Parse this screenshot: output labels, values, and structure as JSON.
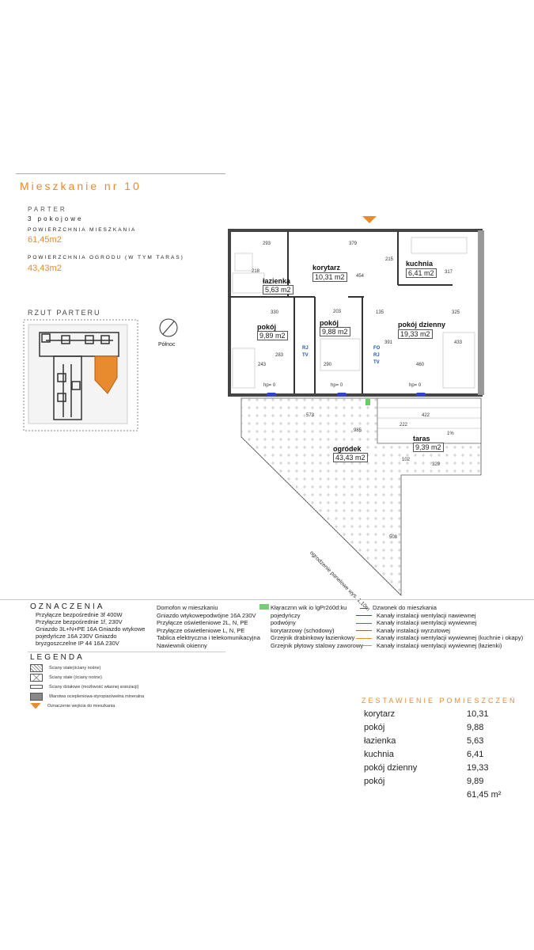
{
  "header": {
    "title": "Mieszkanie nr 10",
    "floor": "PARTER",
    "rooms_count": "3 pokojowe",
    "apartment_area_label": "POWIERZCHNIA MIESZKANIA",
    "apartment_area": "61,45m2",
    "garden_area_label": "POWIERZCHNIA OGRODU (W TYM TARAS)",
    "garden_area": "43,43m2",
    "site_plan_label": "RZUT PARTERU",
    "north_label": "Północ"
  },
  "plan": {
    "rooms": [
      {
        "name": "korytarz",
        "area": "10,31 m2"
      },
      {
        "name": "łazienka",
        "area": "5,63 m2"
      },
      {
        "name": "kuchnia",
        "area": "6,41 m2"
      },
      {
        "name": "pokój",
        "area": "9,89 m2"
      },
      {
        "name": "pokój",
        "area": "9,88 m2"
      },
      {
        "name": "pokój dzienny",
        "area": "19,33 m2"
      },
      {
        "name": "taras",
        "area": "9,39 m2"
      },
      {
        "name": "ogródek",
        "area": "43,43 m2"
      }
    ],
    "dims": [
      "293",
      "379",
      "218",
      "454",
      "317",
      "330",
      "203",
      "135",
      "325",
      "243",
      "290",
      "460",
      "573",
      "985",
      "422",
      "329",
      "283",
      "391",
      "433",
      "215",
      "222",
      "102",
      "508",
      "hp= 0",
      "hp= 0",
      "hp= 0",
      "1%"
    ],
    "sockets": [
      "RJ",
      "TV",
      "FO",
      "RJ",
      "TV"
    ],
    "fence_label": "ogrodzenie panelowe wys. 1,10m"
  },
  "markings": {
    "title": "OZNACZENIA",
    "col1": [
      "Przyłącze bezpośrednie 3f 400W",
      "Przyłącze bezpośrednie 1f, 230V",
      "Gniazdo 3L+N+PE 16A Gniazdo wtykowe",
      "pojedyńcze 16A 230V Gniazdo",
      "bryzgoszczelne IP 44 16A 230V"
    ],
    "col2": [
      "Domofon w mieszkaniu",
      "Gniazdo wtykowepodwójne 16A 230V",
      "Przyłącze oświetleniowe 2L, N, PE",
      "Przyłącze oświetleniowe L, N, PE",
      "Tablica elektryczna i telekomunikacyjna",
      "Nawiewnik okienny"
    ],
    "col3": [
      "Kłąracznn wik io lgPr2ó0d:ku",
      "pojedyńczy",
      "podwójny",
      "korytarzowy (schodowy)",
      "Grzejnik drabinkowy łazienkowy",
      "Grzejnik płytowy stalowy zaworowy"
    ],
    "col4": [
      "Dzwonek do mieszkania",
      "Kanały instalacji wentylacji nawiewnej",
      "Kanały instalacji wentylacji wywiewnej",
      "Kanały instalacji wyrzutowej",
      "Kanały instalacji wentylacji wywiewnej (kuchnie i okapy)",
      "Kanały instalacji wentylacji wywiewnej (łazienki)"
    ],
    "col4_colors": [
      "#555555",
      "#3344cc",
      "#dd3333",
      "#8a6a4a",
      "#e88a2e",
      "#55cc55"
    ]
  },
  "legend": {
    "title": "LEGENDA",
    "items": [
      "Ściany stałe(ściany nośne)",
      "Ściany stałe (ściany nośne)",
      "Ściany działowe (możliwość własnej aranżacji)",
      "Warstwa ociepleniowa-styropian/wełna mineralna",
      "Oznaczenie wejścia do mieszkania"
    ]
  },
  "summary": {
    "title": "ZESTAWIENIE POMIESZCZEŃ",
    "rows": [
      {
        "name": "korytarz",
        "value": "10,31"
      },
      {
        "name": "pokój",
        "value": "9,88"
      },
      {
        "name": "łazienka",
        "value": "5,63"
      },
      {
        "name": "kuchnia",
        "value": "6,41"
      },
      {
        "name": "pokój dzienny",
        "value": "19,33"
      },
      {
        "name": "pokój",
        "value": "9,89"
      }
    ],
    "total": "61,45 m²"
  }
}
